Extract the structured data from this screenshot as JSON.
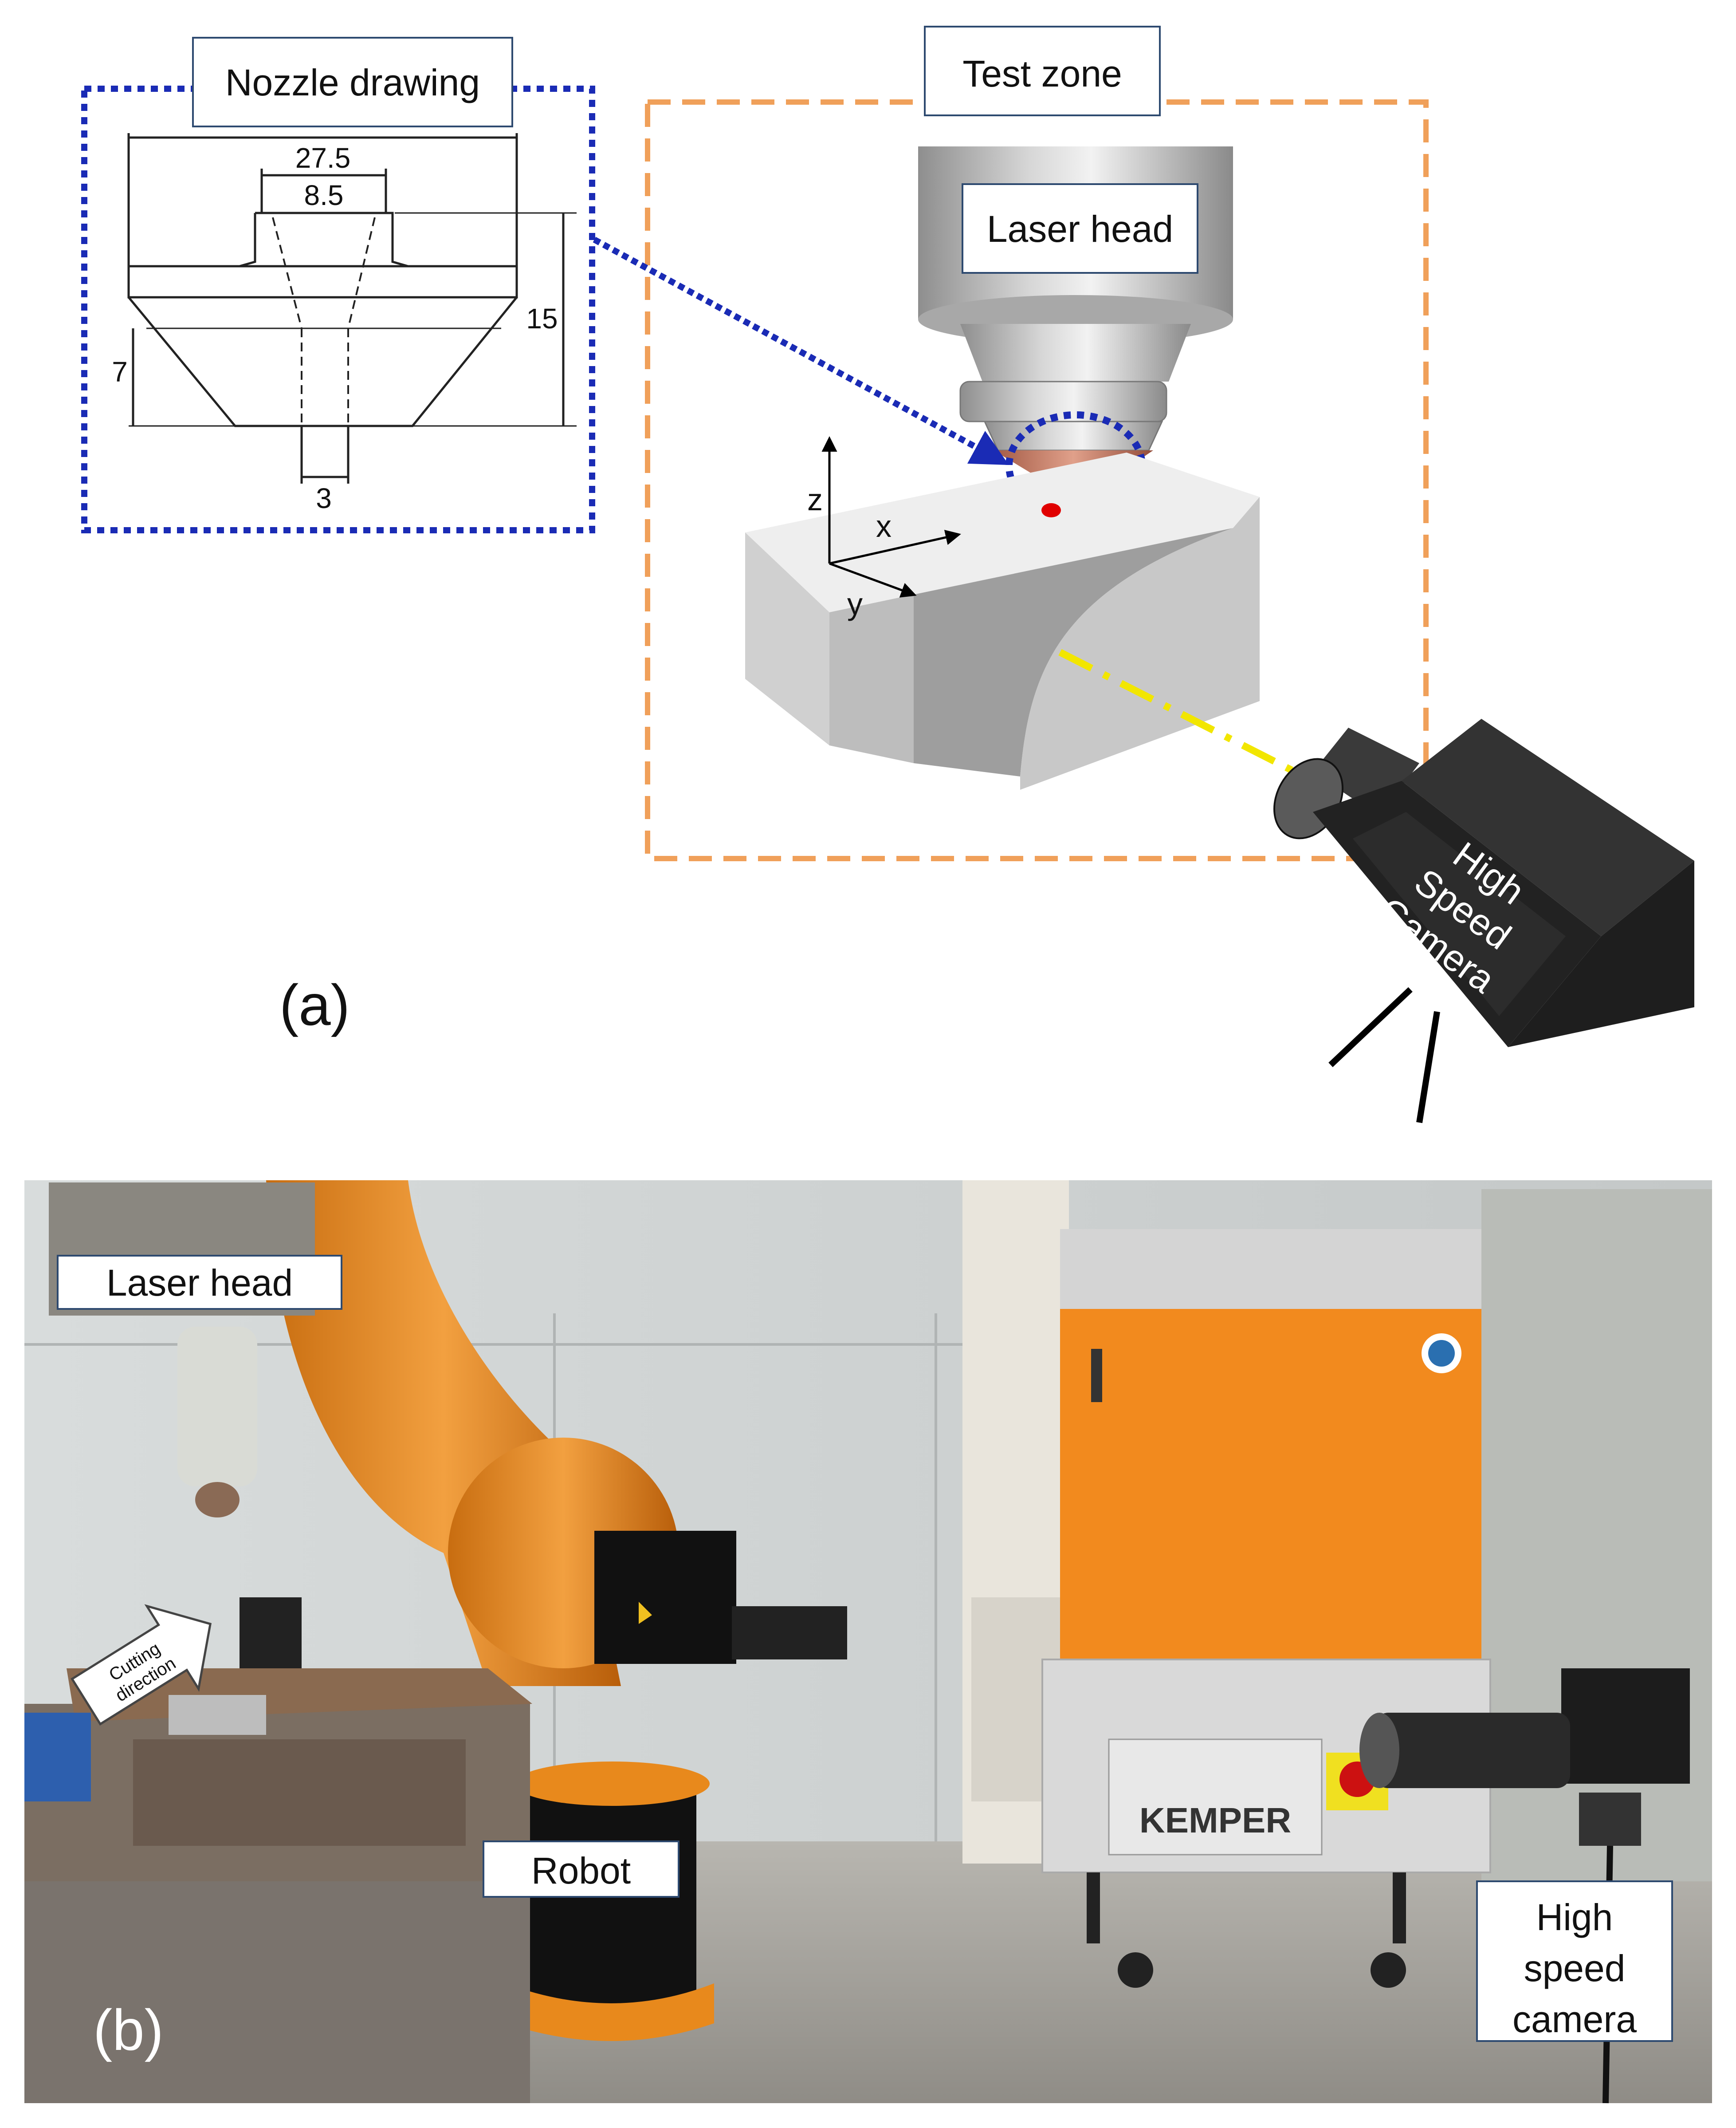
{
  "panel_a": {
    "label": "(a)",
    "nozzle_box": {
      "title": "Nozzle drawing",
      "dims": {
        "outer_width": "27.5",
        "top_width": "8.5",
        "height": "15",
        "cone_height": "7",
        "orifice": "3"
      }
    },
    "test_zone": {
      "title": "Test zone",
      "laser_head_label": "Laser head",
      "axes": {
        "x": "x",
        "y": "y",
        "z": "z"
      }
    },
    "camera": {
      "lines": [
        "High",
        "Speed",
        "Camera"
      ]
    }
  },
  "panel_b": {
    "label": "(b)",
    "callouts": {
      "laser_head": "Laser head",
      "robot": "Robot",
      "camera_lines": [
        "High",
        "speed",
        "camera"
      ],
      "cutting_direction_lines": [
        "Cutting",
        "direction"
      ],
      "brand": "KEMPER"
    }
  },
  "colors": {
    "nozzle_frame": "#1a2bb5",
    "test_zone_frame": "#f0a05a",
    "laser_path": "#f2e600",
    "robot_orange": "#e8891c",
    "kemper_orange": "#f28a1e"
  }
}
